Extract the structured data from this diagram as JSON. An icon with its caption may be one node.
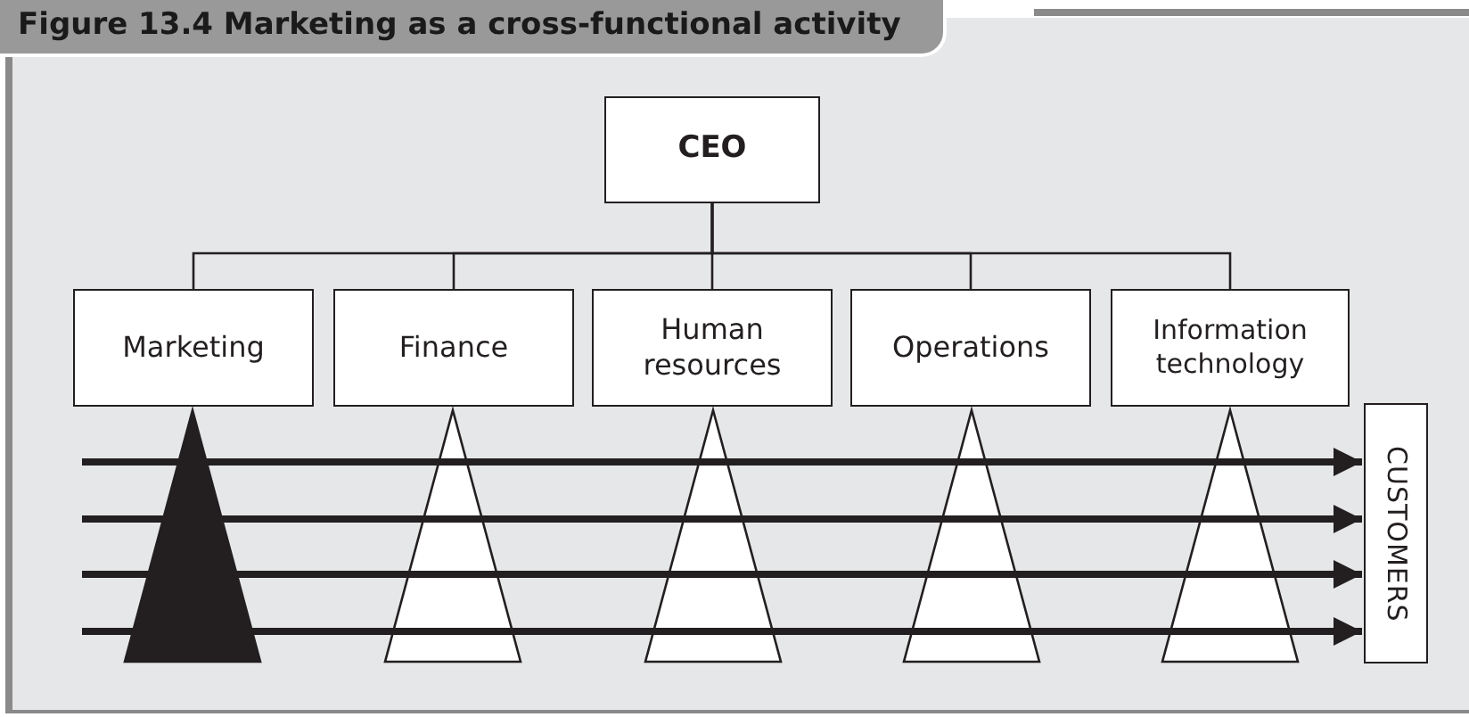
{
  "diagram": {
    "title": "Figure 13.4 Marketing as a cross-functional activity",
    "nodes": [
      {
        "text": [
          "CEO"
        ]
      },
      {
        "text": [
          "Marketing"
        ]
      },
      {
        "text": [
          "Finance"
        ]
      },
      {
        "text": [
          "Human resources"
        ]
      },
      {
        "text": [
          "Operations"
        ]
      },
      {
        "text": [
          "Information technology"
        ]
      },
      {
        "text": [
          "CUSTOMERS"
        ]
      },
      {
        "text": [],
        "shape": "triangle"
      },
      {
        "text": [],
        "shape": "triangle"
      },
      {
        "text": [],
        "shape": "triangle"
      },
      {
        "text": [],
        "shape": "triangle"
      },
      {
        "text": [],
        "shape": "triangle"
      }
    ],
    "edges": [
      {
        "from": 0,
        "to": 1,
        "arrow": "none"
      },
      {
        "from": 0,
        "to": 2,
        "arrow": "none"
      },
      {
        "from": 0,
        "to": 3,
        "arrow": "none"
      },
      {
        "from": 0,
        "to": 4,
        "arrow": "none"
      },
      {
        "from": 0,
        "to": 5,
        "arrow": "none"
      },
      {
        "from": null,
        "to": 6,
        "arrow": "to",
        "style": "thick"
      },
      {
        "from": null,
        "to": 6,
        "arrow": "to",
        "style": "thick"
      },
      {
        "from": null,
        "to": 6,
        "arrow": "to",
        "style": "thick"
      },
      {
        "from": null,
        "to": 6,
        "arrow": "to",
        "style": "thick"
      }
    ]
  }
}
